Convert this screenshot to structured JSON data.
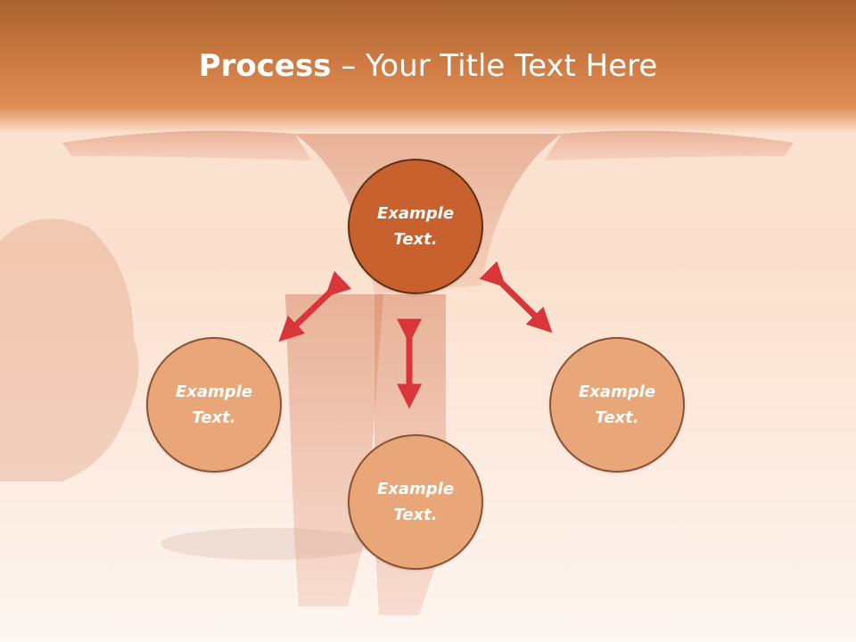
{
  "title": {
    "bold": "Process",
    "rest": " – Your Title Text Here"
  },
  "nodes": {
    "top": {
      "line1": "Example",
      "line2": "Text."
    },
    "left": {
      "line1": "Example",
      "line2": "Text."
    },
    "right": {
      "line1": "Example",
      "line2": "Text."
    },
    "bottom": {
      "line1": "Example",
      "line2": "Text."
    }
  },
  "colors": {
    "accent_dark": "#c9612f",
    "accent_light": "#e9a679",
    "arrow": "#d9363a",
    "header": "#cc7a42"
  },
  "background_image": "anatomy-muscle-figure"
}
